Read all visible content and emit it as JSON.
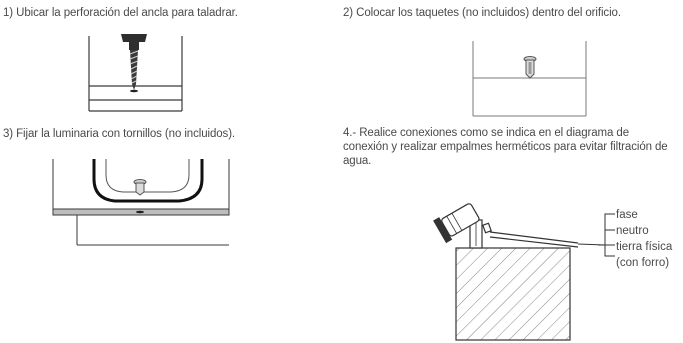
{
  "instructions": {
    "step1": "1) Ubicar la perforación del ancla para taladrar.",
    "step2": "2) Colocar los taquetes (no incluidos) dentro del orificio.",
    "step3": "3) Fijar la luminaria con tornillos (no incluidos).",
    "step4": "4.- Realice conexiones como se indica en el diagrama de conexión y realizar empalmes herméticos para evitar filtración de agua."
  },
  "wiring_labels": {
    "line1": "fase",
    "line2": "neutro",
    "line3": "tierra física",
    "line4": "(con forro)"
  }
}
